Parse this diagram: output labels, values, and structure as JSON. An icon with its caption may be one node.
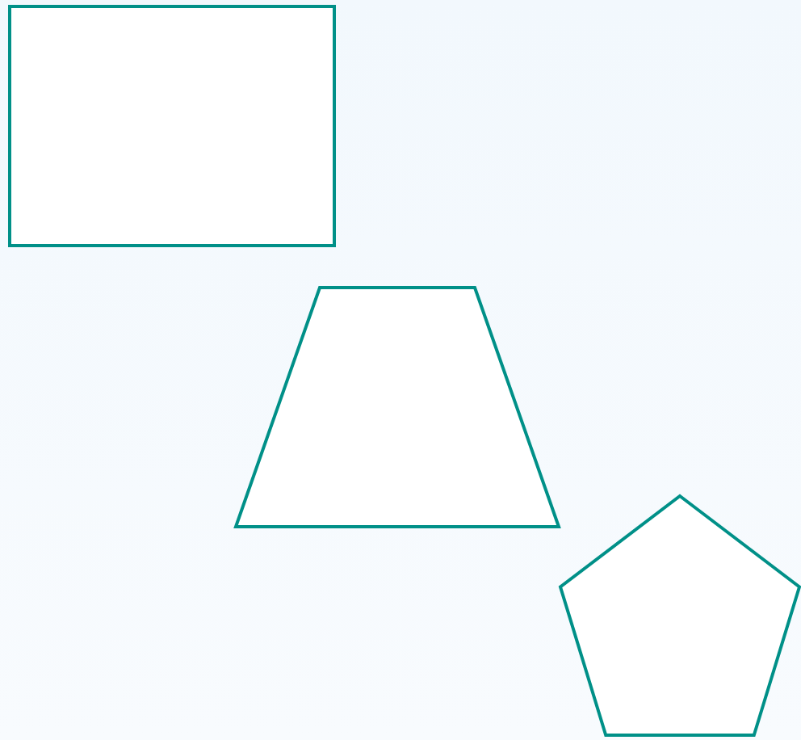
{
  "diagram": {
    "nodes": [
      {
        "text": [],
        "shape": "box"
      },
      {
        "text": [],
        "shape": "trapezoid"
      },
      {
        "text": [],
        "shape": "pentagon"
      }
    ]
  }
}
